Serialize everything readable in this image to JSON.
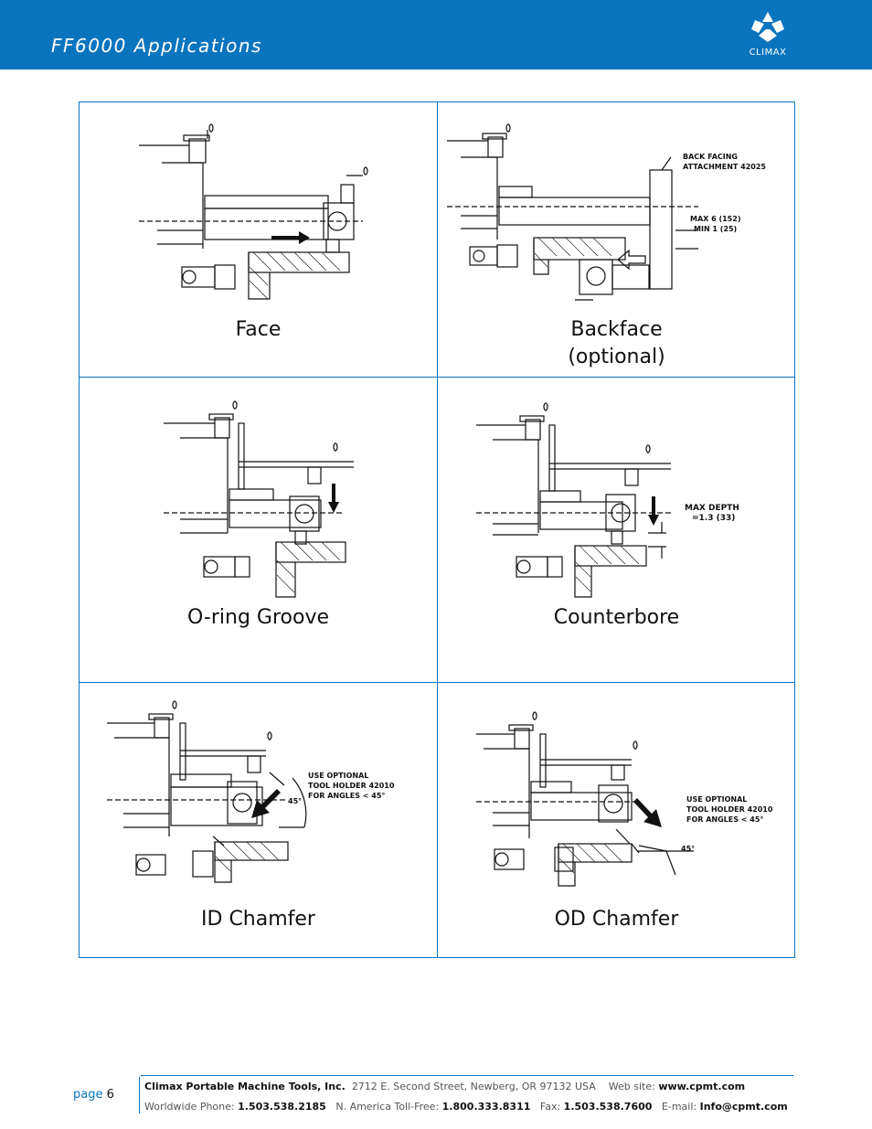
{
  "header": {
    "title": "FF6000 Applications",
    "logo_text": "CLIMAX"
  },
  "panels": {
    "face": {
      "caption": "Face"
    },
    "backface": {
      "caption_line1": "Backface",
      "caption_line2": "(optional)",
      "note_attachment_1": "BACK FACING",
      "note_attachment_2": "ATTACHMENT 42025",
      "note_max": "MAX 6 (152)",
      "note_min": "MIN 1 (25)"
    },
    "oring": {
      "caption": "O-ring Groove"
    },
    "counterbore": {
      "caption": "Counterbore",
      "note_depth_1": "MAX DEPTH",
      "note_depth_2": "=1.3 (33)"
    },
    "id_chamfer": {
      "caption": "ID Chamfer",
      "note_1": "USE OPTIONAL",
      "note_2": "TOOL HOLDER 42010",
      "note_3": "FOR ANGLES < 45°",
      "angle": "45°"
    },
    "od_chamfer": {
      "caption": "OD Chamfer",
      "note_1": "USE OPTIONAL",
      "note_2": "TOOL HOLDER 42010",
      "note_3": "FOR ANGLES < 45°",
      "angle": "45°"
    }
  },
  "footer": {
    "page_word": "page",
    "page_number": "6",
    "company": "Climax Portable Machine Tools, Inc.",
    "address": "2712 E. Second Street, Newberg, OR 97132 USA",
    "web_label": "Web site:",
    "web": "www.cpmt.com",
    "phone_label": "Worldwide Phone:",
    "phone": "1.503.538.2185",
    "tollfree_label": "N. America Toll-Free:",
    "tollfree": "1.800.333.8311",
    "fax_label": "Fax:",
    "fax": "1.503.538.7600",
    "email_label": "E-mail:",
    "email": "Info@cpmt.com"
  },
  "colors": {
    "brand_blue": "#0a74bf"
  }
}
